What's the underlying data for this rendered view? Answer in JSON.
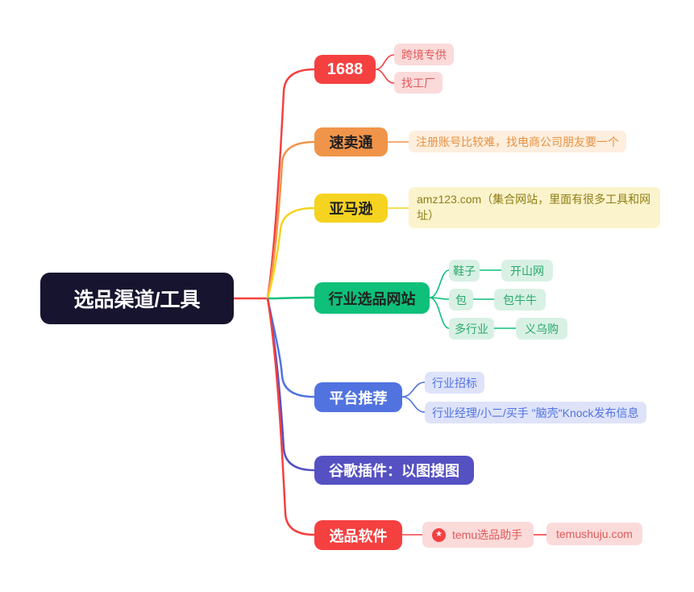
{
  "palette": {
    "root_bg": "#17142f",
    "root_text": "#ffffff",
    "red": "#f54040",
    "red_light": "#fbdada",
    "red_text": "#e05b5b",
    "orange": "#f0944a",
    "orange_light": "#fdeede",
    "orange_text": "#e8913f",
    "yellow": "#f5d320",
    "yellow_light": "#fbf3cb",
    "yellow_text": "#8f7e17",
    "green": "#0ec07a",
    "green_light": "#d8f1e4",
    "green_text": "#2aa86b",
    "blue": "#5173e0",
    "blue_light": "#dee3f9",
    "indigo": "#5551c2",
    "node_dark_text": "#1f1f1f",
    "node_light_text": "#ffffff"
  },
  "root": {
    "label": "选品渠道/工具"
  },
  "branches": [
    {
      "label": "1688",
      "children": [
        "跨境专供",
        "找工厂"
      ]
    },
    {
      "label": "速卖通",
      "note": "注册账号比较难，找电商公司朋友要一个"
    },
    {
      "label": "亚马逊",
      "note": "amz123.com（集合网站，里面有很多工具和网址）"
    },
    {
      "label": "行业选品网站",
      "rows": [
        {
          "category": "鞋子",
          "site": "开山网"
        },
        {
          "category": "包",
          "site": "包牛牛"
        },
        {
          "category": "多行业",
          "site": "义乌购"
        }
      ]
    },
    {
      "label": "平台推荐",
      "children": [
        "行业招标",
        "行业经理/小二/买手 \"脑壳\"Knock发布信息"
      ]
    },
    {
      "label": "谷歌插件：以图搜图"
    },
    {
      "label": "选品软件",
      "tool": {
        "label": "temu选品助手",
        "site": "temushuju.com"
      }
    }
  ],
  "icons": {
    "star": "★"
  }
}
